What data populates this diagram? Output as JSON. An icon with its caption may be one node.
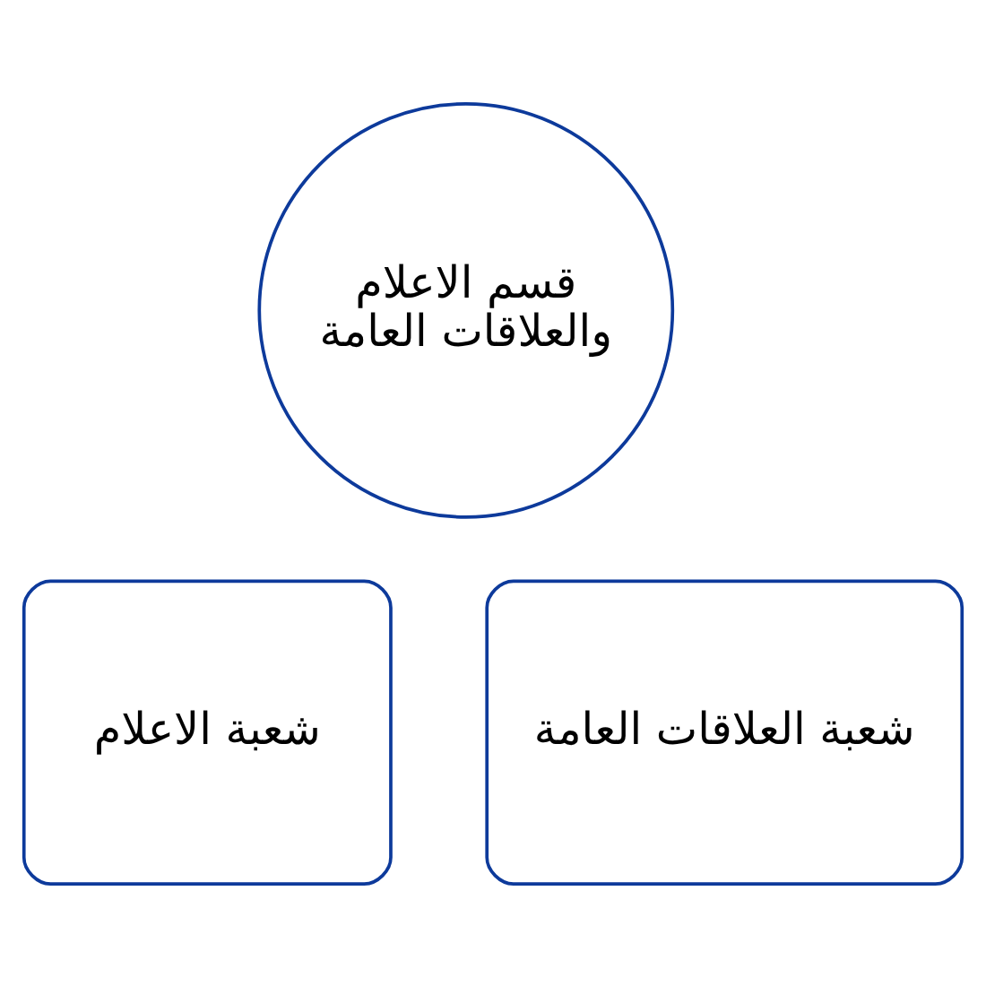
{
  "diagram": {
    "nodes": [
      {
        "text": [
          "قسم الاعلام والعلاقات العامة"
        ]
      },
      {
        "text": [
          "شعبة الاعلام"
        ]
      },
      {
        "text": [
          "شعبة العلاقات العامة"
        ]
      }
    ]
  }
}
